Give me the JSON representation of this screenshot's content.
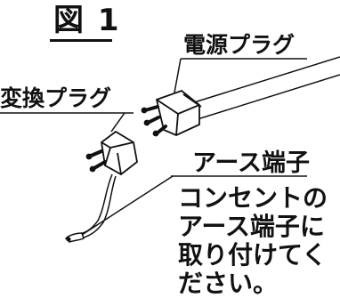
{
  "figure": {
    "title": "図 1",
    "labels": {
      "power_plug": "電源プラグ",
      "adapter_plug": "変換プラグ",
      "ground_terminal": "アース端子"
    },
    "instruction_lines": [
      "コンセントの",
      "アース端子に",
      "取り付けてく",
      "ださい。"
    ]
  }
}
